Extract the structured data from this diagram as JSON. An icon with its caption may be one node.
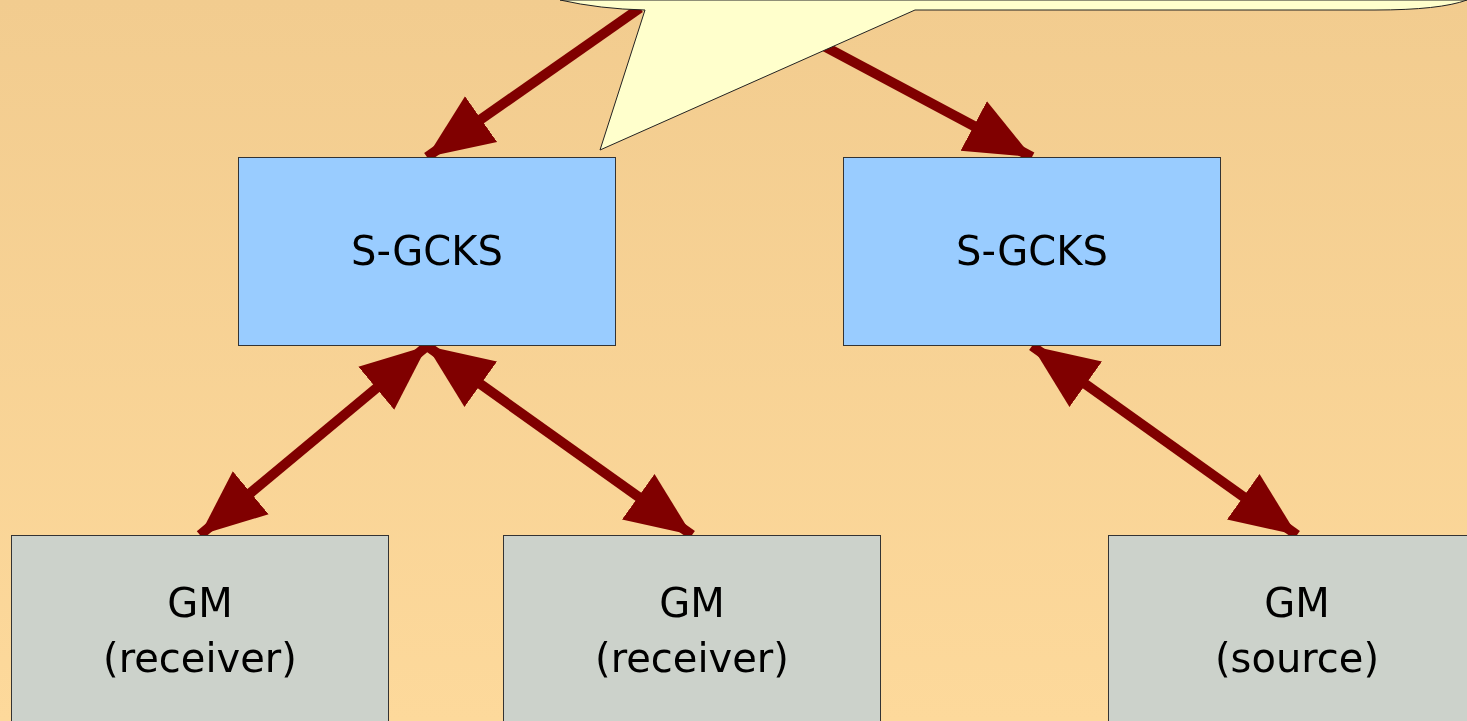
{
  "diagram": {
    "nodes": [
      {
        "text": [
          "S-GCKS"
        ]
      },
      {
        "text": [
          "S-GCKS"
        ]
      },
      {
        "text": [
          "GM (receiver)"
        ]
      },
      {
        "text": [
          "GM (receiver)"
        ]
      },
      {
        "text": [
          "GM (source)"
        ]
      }
    ],
    "edges": [
      {
        "from": null,
        "to": 0,
        "arrow": "to"
      },
      {
        "from": null,
        "to": 1,
        "arrow": "to"
      },
      {
        "from": 0,
        "to": 2,
        "arrow": "both"
      },
      {
        "from": 0,
        "to": 3,
        "arrow": "both"
      },
      {
        "from": 1,
        "to": 4,
        "arrow": "both"
      }
    ]
  }
}
